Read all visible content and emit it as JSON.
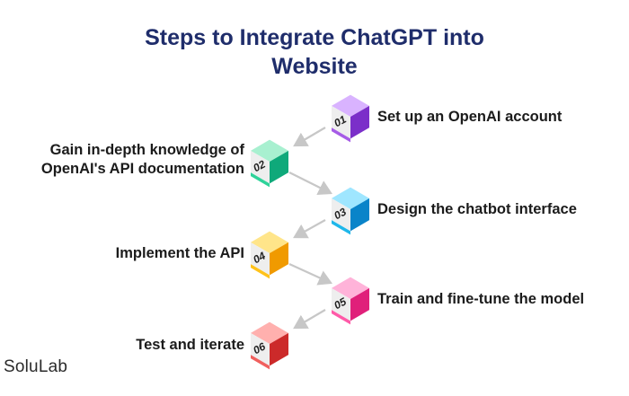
{
  "title": {
    "line1": "Steps to Integrate ChatGPT into",
    "line2": "Website"
  },
  "steps": [
    {
      "number": "01",
      "label": "Set up an OpenAI account",
      "color_top": "#d9b3ff",
      "color_left": "#a65ce6",
      "color_right": "#7b2fc9"
    },
    {
      "number": "02",
      "label_line1": "Gain in-depth knowledge of",
      "label_line2": "OpenAI's API documentation",
      "color_top": "#a8f0d0",
      "color_left": "#2fd39a",
      "color_right": "#0fa97a"
    },
    {
      "number": "03",
      "label": "Design the chatbot interface",
      "color_top": "#9fe6ff",
      "color_left": "#1fb7ea",
      "color_right": "#0a84c9"
    },
    {
      "number": "04",
      "label": "Implement the API",
      "color_top": "#ffe58a",
      "color_left": "#ffc21a",
      "color_right": "#f09a00"
    },
    {
      "number": "05",
      "label": "Train and fine-tune the model",
      "color_top": "#ffb3d9",
      "color_left": "#ff5aa8",
      "color_right": "#e0207a"
    },
    {
      "number": "06",
      "label": "Test and iterate",
      "color_top": "#ffb0ae",
      "color_left": "#f0605e",
      "color_right": "#cc2a2a"
    }
  ],
  "brand": "SoluLab",
  "colors": {
    "title": "#1f2d6b",
    "arrow": "#c7c7c7",
    "badge_face": "#eeeeee"
  }
}
